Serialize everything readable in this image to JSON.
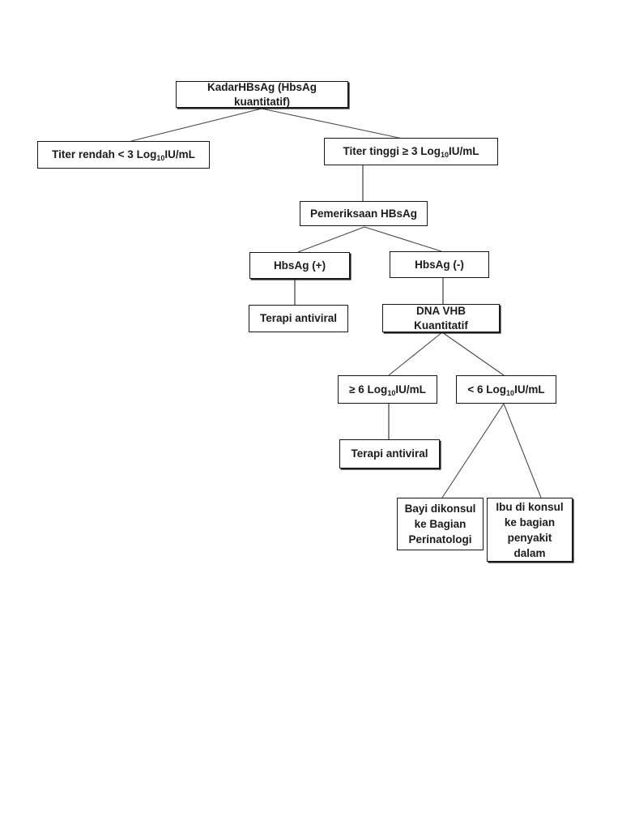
{
  "page": {
    "background": "#ffffff",
    "ink": "#1b1b1b",
    "border_color": "#161616",
    "connector_color": "#4a4a4a"
  },
  "diagram": {
    "type": "flowchart",
    "language": "Indonesian",
    "topic": "Kadar HBsAg kuantitatif decision tree",
    "nodes": {
      "root": {
        "text": "KadarHBsAg (HbsAg kuantitatif)"
      },
      "titer_rendah": {
        "pre": "Titer rendah < 3 Log",
        "sub": "10",
        "post": "IU/mL"
      },
      "titer_tinggi": {
        "pre": "Titer tinggi ≥ 3 Log",
        "sub": "10",
        "post": "IU/mL"
      },
      "pemeriksaan": {
        "text": "Pemeriksaan HBsAg"
      },
      "hbsag_pos": {
        "text": "HbsAg (+)"
      },
      "hbsag_neg": {
        "text": "HbsAg (-)"
      },
      "terapi_1": {
        "text": "Terapi antiviral"
      },
      "dna_vhb": {
        "text": "DNA VHB Kuantitatif"
      },
      "ge_6": {
        "pre": "≥ 6 Log",
        "sub": "10",
        "post": "IU/mL"
      },
      "lt_6": {
        "pre": "< 6 Log",
        "sub": "10",
        "post": "IU/mL"
      },
      "terapi_2": {
        "text": "Terapi antiviral"
      },
      "bayi": {
        "text": "Bayi dikonsul ke Bagian Perinatologi"
      },
      "ibu": {
        "text": "Ibu di konsul ke bagian penyakit dalam"
      }
    },
    "edges": [
      {
        "from": "root",
        "to": "titer_rendah"
      },
      {
        "from": "root",
        "to": "titer_tinggi"
      },
      {
        "from": "titer_tinggi",
        "to": "pemeriksaan"
      },
      {
        "from": "pemeriksaan",
        "to": "hbsag_pos"
      },
      {
        "from": "pemeriksaan",
        "to": "hbsag_neg"
      },
      {
        "from": "hbsag_pos",
        "to": "terapi_1"
      },
      {
        "from": "hbsag_neg",
        "to": "dna_vhb"
      },
      {
        "from": "dna_vhb",
        "to": "ge_6"
      },
      {
        "from": "dna_vhb",
        "to": "lt_6"
      },
      {
        "from": "ge_6",
        "to": "terapi_2"
      },
      {
        "from": "lt_6",
        "to": "bayi"
      },
      {
        "from": "lt_6",
        "to": "ibu"
      }
    ]
  }
}
